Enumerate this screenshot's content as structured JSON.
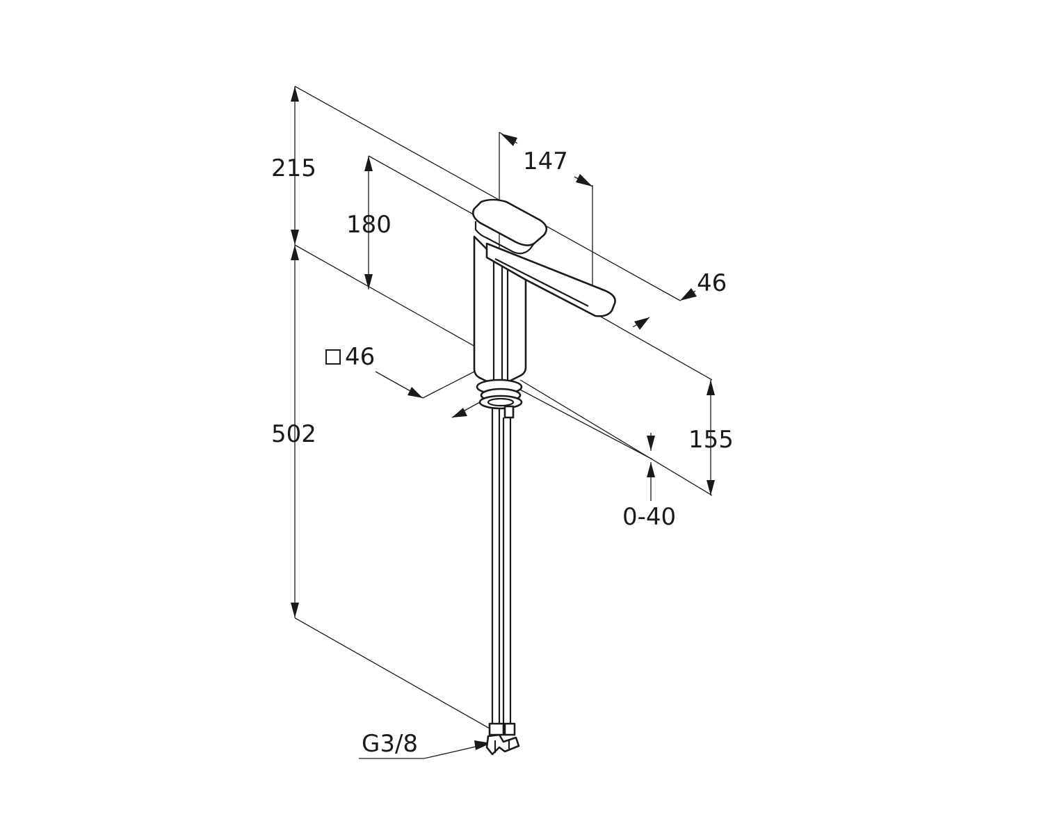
{
  "dimensions": {
    "total_height_above": "215",
    "spout_height": "180",
    "spout_reach": "147",
    "spout_width": "46",
    "body_square": "46",
    "pipe_length": "502",
    "deck_range": "155",
    "deck_thickness": "0-40",
    "thread": "G3/8"
  },
  "symbols": {
    "square_symbol": "square"
  },
  "colors": {
    "line": "#1a1a1a",
    "background": "#ffffff"
  }
}
